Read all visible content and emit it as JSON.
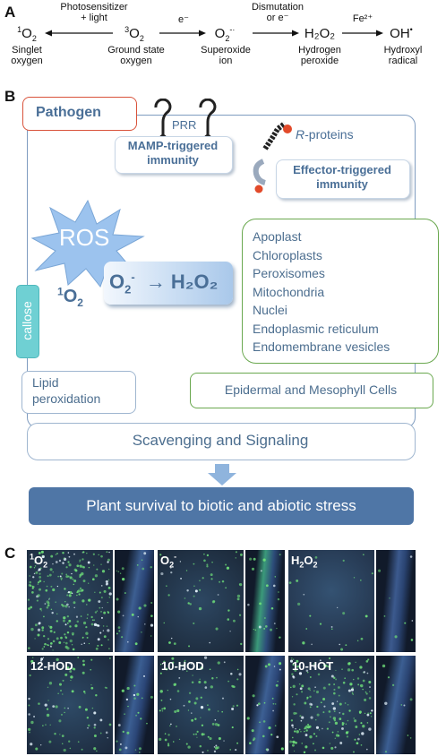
{
  "panelA": {
    "letter": "A",
    "species": {
      "singlet": {
        "formula_main": "O",
        "formula_sup": "1",
        "formula_sub": "2",
        "label_line1": "Singlet",
        "label_line2": "oxygen"
      },
      "ground": {
        "formula_main": "O",
        "formula_sup": "3",
        "formula_sub": "2",
        "label_line1": "Ground state",
        "label_line2": "oxygen"
      },
      "superoxide": {
        "formula_main": "O",
        "formula_sub": "2",
        "formula_sup": "-·",
        "label_line1": "Superoxide",
        "label_line2": "ion"
      },
      "peroxide": {
        "formula": "H₂O₂",
        "label_line1": "Hydrogen",
        "label_line2": "peroxide"
      },
      "hydroxyl": {
        "formula_main": "OH",
        "formula_sup": "•",
        "label_line1": "Hydroxyl",
        "label_line2": "radical"
      }
    },
    "arrows": {
      "photo_line1": "Photosensitizer",
      "photo_line2": "+ light",
      "electron": "e⁻",
      "dismut_line1": "Dismutation",
      "dismut_line2": "or e⁻",
      "iron": "Fe²⁺"
    }
  },
  "panelB": {
    "letter": "B",
    "pathogen": "Pathogen",
    "prr": "PRR",
    "mti_line1": "MAMP-triggered",
    "mti_line2": "immunity",
    "rproteins_italic": "R",
    "rproteins_rest": "-proteins",
    "eti_line1": "Effector-triggered",
    "eti_line2": "immunity",
    "ros": "ROS",
    "reaction_left": "O",
    "reaction_left_sub": "2",
    "reaction_left_sup": "-",
    "reaction_arrow": "→",
    "reaction_right": "H₂O₂",
    "singlet_main": "O",
    "singlet_sup": "1",
    "singlet_sub": "2",
    "callose": "callose",
    "compartments": [
      "Apoplast",
      "Chloroplasts",
      "Peroxisomes",
      "Mitochondria",
      "Nuclei",
      "Endoplasmic reticulum",
      "Endomembrane vesicles"
    ],
    "lipid_line1": "Lipid",
    "lipid_line2": "peroxidation",
    "cells": "Epidermal and Mesophyll Cells",
    "scavenging": "Scavenging and Signaling",
    "survival": "Plant survival to biotic and abiotic stress"
  },
  "panelC": {
    "letter": "C",
    "tiles": [
      {
        "main": "O",
        "sup": "1",
        "sub": "2"
      },
      {
        "main": "O",
        "sub": "2",
        "sup": "-"
      },
      {
        "main": "H",
        "sub": "2",
        "main2": "O",
        "sub2": "2"
      },
      {
        "text": "12-HOD"
      },
      {
        "text": "10-HOD"
      },
      {
        "text": "10-HOT"
      }
    ]
  },
  "colors": {
    "box_blue_border": "#7f9cc0",
    "pathogen_border": "#d9533b",
    "green_border": "#6aa84f",
    "survival_fill": "#4f76a6",
    "ros_star": "#9cc3ee",
    "callose_fill": "#6fd0d3",
    "micro_bg": "#1e2b40",
    "micro_green": "#6fe07a"
  }
}
